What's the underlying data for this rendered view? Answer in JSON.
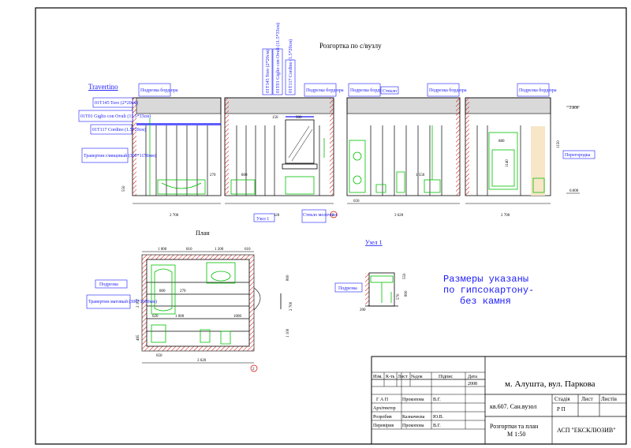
{
  "titles": {
    "elevations": "Розгортка по с/вузлу",
    "brand": "Travertino",
    "plan": "План",
    "node": "Узел 1"
  },
  "note": {
    "line1": "Размеры указаны",
    "line2": "по гипсокартону-",
    "line3": "без камня"
  },
  "labels": {
    "border_cut": "Подрезка бордюра",
    "glass": "Стекло",
    "cut": "Подрезка",
    "partition": "Перегородка",
    "node_ref": "Узел 1",
    "glass_milk": "Стекло молочное",
    "trav_gloss": "Травертин глянцевый (300*1150мм)",
    "trav_matte": "Травертин матовый (300*1000мм)",
    "toro": "01T145 Toro (2*20см)",
    "giglio": "01T01 Giglio con Ovuli (11.5*33см)",
    "cordino": "01T117 Cordino (1.5*20см)"
  },
  "dims": {
    "e1_total": "2 700",
    "e2_total": "3 620",
    "e3_total": "3 620",
    "e4_total": "2 700",
    "w900": "900",
    "w150": "150",
    "w880": "880",
    "w800": "800",
    "w270": "270",
    "h550": "550",
    "h1150": "1150",
    "h1140": "1140",
    "h1550": "1 550",
    "lvl_top": "2.800",
    "lvl_zero": "0.000",
    "r650": "650",
    "p1000": "1 000",
    "p810": "810",
    "p1200": "1 200",
    "p610": "610",
    "p620": "620",
    "p1000b": "1 000",
    "p1000c": "1000",
    "p800": "800",
    "p270": "270",
    "p3620": "3 620",
    "p650": "650",
    "p1100": "1 100",
    "p2700": "2 700",
    "p2107": "2 107",
    "p465": "465",
    "p800r": "800",
    "n550": "550",
    "n800": "800",
    "n570": "570",
    "n200": "200",
    "axis2": "2"
  },
  "titleblock": {
    "head_izm": "Изм.",
    "head_kch": "К-ть",
    "head_list": "Лист",
    "head_ndok": "№док",
    "head_sign": "Підпис",
    "head_date": "Дата",
    "date": "2008",
    "r1_role": "Г А П",
    "r1_name": "Прокопова",
    "r1_ini": "В.Г.",
    "r2_role": "Архітектор",
    "r3_role": "Розробив",
    "r3_name": "Казначеєва",
    "r3_ini": "Ю.В.",
    "r4_role": "Перевірив",
    "r4_name": "Прокопова",
    "r4_ini": "В.Г.",
    "project": "м. Алушта, вул. Паркова",
    "object": "кв.607. Сан.вузол",
    "stage_h": "Стадія",
    "sheet_h": "Лист",
    "sheets_h": "Листів",
    "stage": "Р П",
    "drawing1": "Розгортки та план",
    "drawing2": "М 1:50",
    "company": "АСП \"ЕКСКЛЮЗИВ\""
  },
  "colors": {
    "ink": "#000000",
    "label_blue": "#1a1aff",
    "fixture_green": "#00c000",
    "hatch_red": "#d00000",
    "ceiling_fill": "#d9d9d9",
    "partition_fill": "#f7e6c8"
  }
}
